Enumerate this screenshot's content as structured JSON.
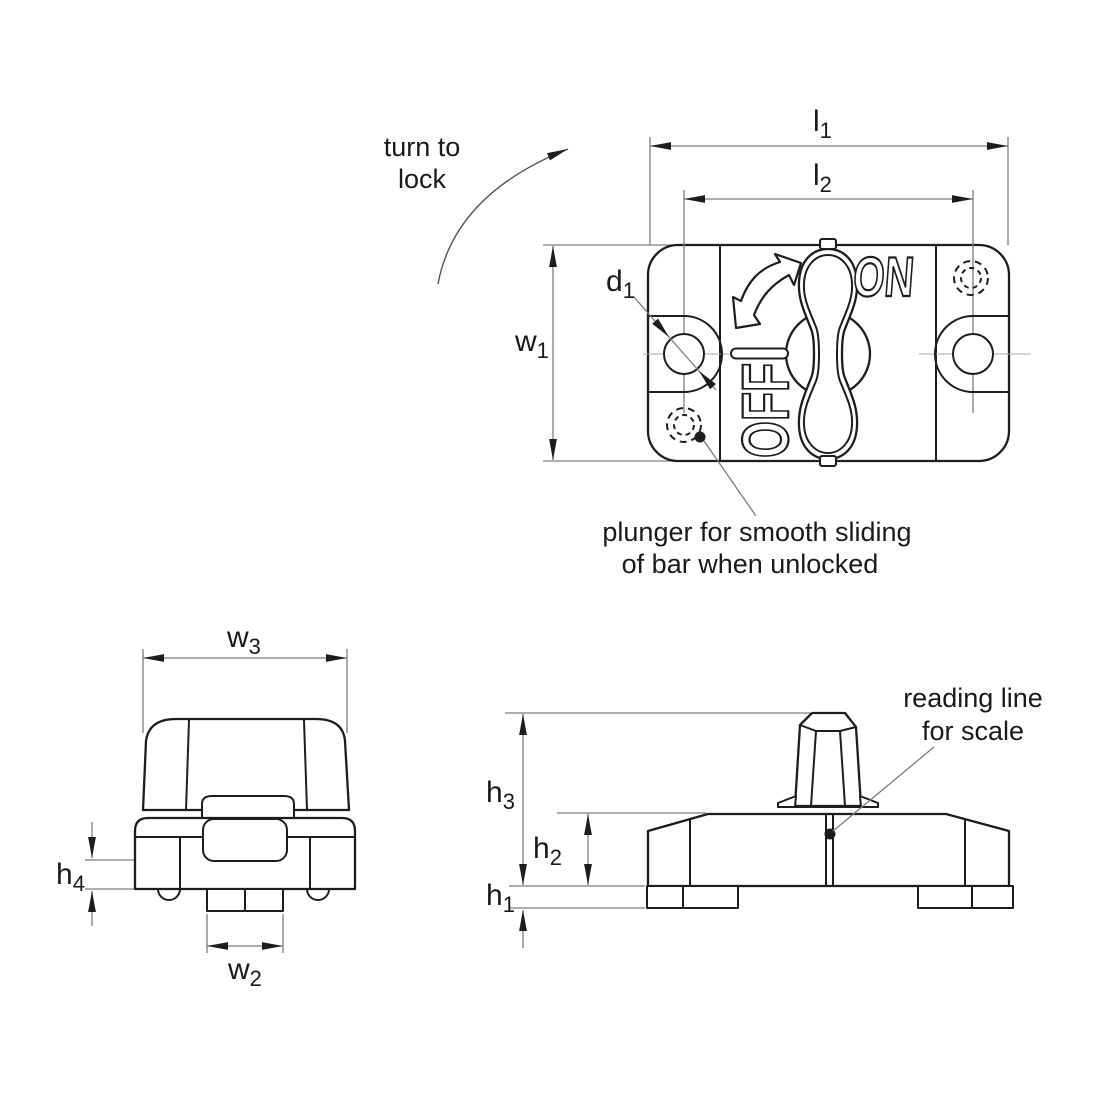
{
  "colors": {
    "line": "#1d1d1d",
    "dim_line": "#7d7d7d",
    "center_line": "#a9a9a9",
    "background": "#ffffff",
    "text": "#1a1a1a"
  },
  "top_view": {
    "rotation_note": {
      "line1": "turn to",
      "line2": "lock"
    },
    "on_label": "ON",
    "off_label": "OFF",
    "plunger_note": {
      "line1": "plunger for smooth sliding",
      "line2": "of bar when unlocked"
    },
    "dims": {
      "l1": {
        "base": "l",
        "sub": "1"
      },
      "l2": {
        "base": "l",
        "sub": "2"
      },
      "w1": {
        "base": "w",
        "sub": "1"
      },
      "d1": {
        "base": "d",
        "sub": "1"
      }
    }
  },
  "side_view": {
    "dims": {
      "w3": {
        "base": "w",
        "sub": "3"
      },
      "w2": {
        "base": "w",
        "sub": "2"
      },
      "h4": {
        "base": "h",
        "sub": "4"
      }
    }
  },
  "front_view": {
    "reading_note": {
      "line1": "reading line",
      "line2": "for scale"
    },
    "dims": {
      "h3": {
        "base": "h",
        "sub": "3"
      },
      "h2": {
        "base": "h",
        "sub": "2"
      },
      "h1": {
        "base": "h",
        "sub": "1"
      }
    }
  }
}
